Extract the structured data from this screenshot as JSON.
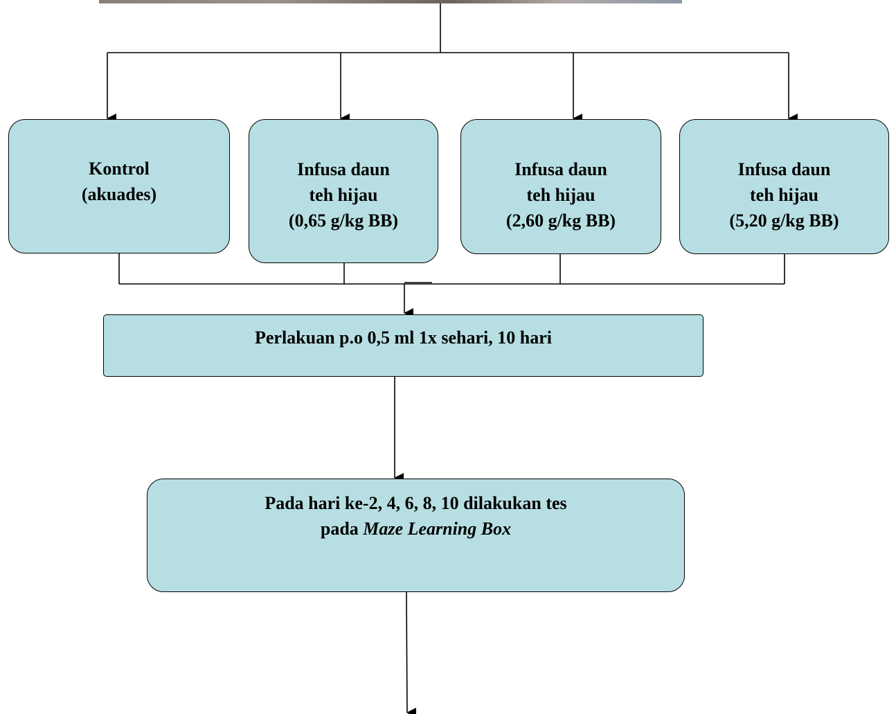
{
  "groups": [
    {
      "lines": [
        "Kontrol",
        "(akuades)"
      ]
    },
    {
      "lines": [
        "Infusa daun",
        "teh hijau",
        "(0,65 g/kg BB)"
      ]
    },
    {
      "lines": [
        "Infusa daun",
        "teh hijau",
        "(2,60 g/kg BB)"
      ]
    },
    {
      "lines": [
        "Infusa daun",
        "teh hijau",
        "(5,20 g/kg BB)"
      ]
    }
  ],
  "treatment": {
    "text": "Perlakuan p.o 0,5 ml 1x sehari, 10 hari"
  },
  "test": {
    "line1": "Pada hari ke-2, 4, 6, 8, 10 dilakukan tes",
    "line2_prefix": "pada ",
    "line2_italic": "Maze Learning Box"
  },
  "colors": {
    "box_fill": "#b7dfe3",
    "stroke": "#000000"
  }
}
